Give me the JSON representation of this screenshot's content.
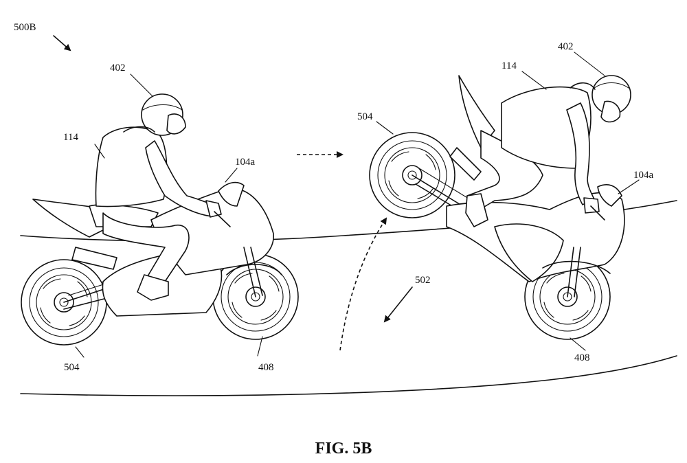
{
  "figure_caption": "FIG. 5B",
  "labels": {
    "figure_ref": "500B",
    "left": {
      "helmet": "402",
      "rider": "114",
      "bike": "104a",
      "rear_wheel": "504",
      "front_wheel": "408"
    },
    "right": {
      "helmet": "402",
      "rider": "114",
      "bike": "104a",
      "rear_wheel": "504",
      "front_wheel": "408"
    },
    "surface": "502"
  }
}
